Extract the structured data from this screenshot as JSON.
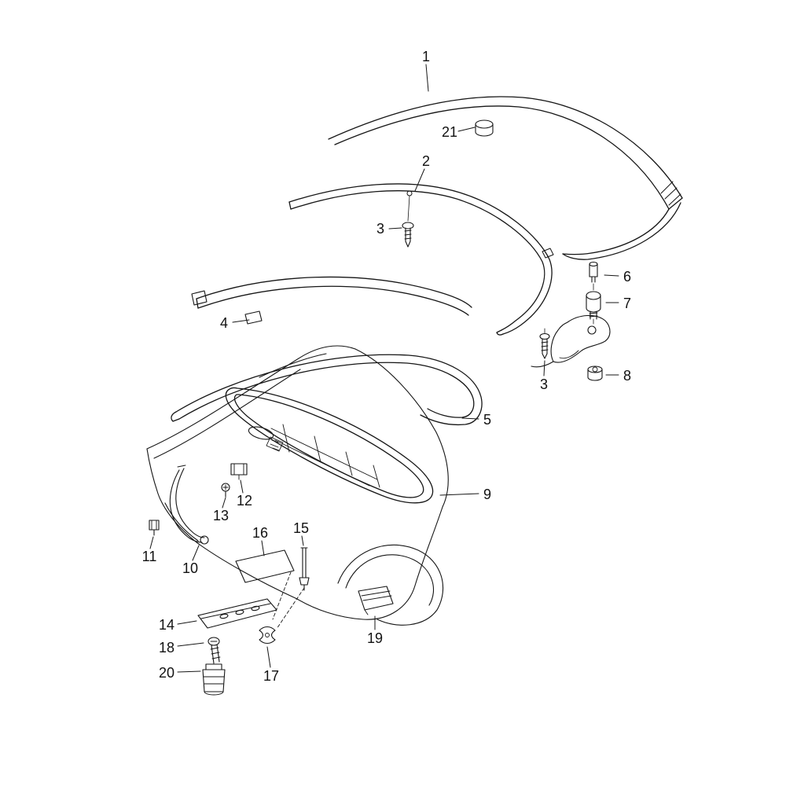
{
  "diagram": {
    "kind": "exploded-parts-diagram",
    "colors": {
      "background": "#ffffff",
      "line": "#161616",
      "text": "#111111"
    },
    "callouts": [
      {
        "text": "1"
      },
      {
        "text": "2"
      },
      {
        "text": "3"
      },
      {
        "text": "3"
      },
      {
        "text": "4"
      },
      {
        "text": "5"
      },
      {
        "text": "6"
      },
      {
        "text": "7"
      },
      {
        "text": "8"
      },
      {
        "text": "9"
      },
      {
        "text": "10"
      },
      {
        "text": "11"
      },
      {
        "text": "12"
      },
      {
        "text": "13"
      },
      {
        "text": "14"
      },
      {
        "text": "15"
      },
      {
        "text": "16"
      },
      {
        "text": "17"
      },
      {
        "text": "18"
      },
      {
        "text": "19"
      },
      {
        "text": "20"
      },
      {
        "text": "21"
      }
    ]
  }
}
